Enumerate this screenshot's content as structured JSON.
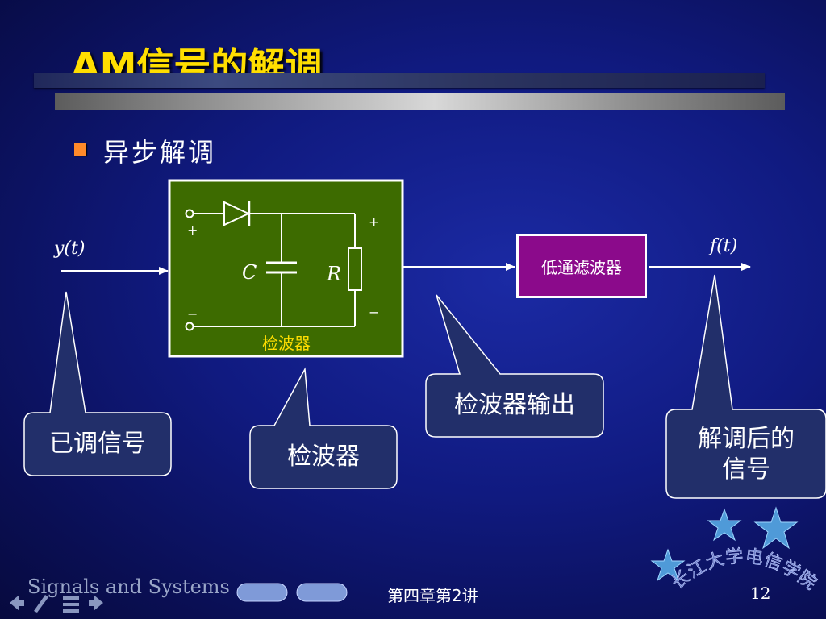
{
  "slide": {
    "title": "AM信号的解调",
    "bullet": "异步解调",
    "page_number": "12",
    "footer_course": "Signals and Systems",
    "footer_chapter": "第四章第2讲",
    "watermark_text": "长江大学电信学院"
  },
  "diagram": {
    "input_label": "y(t)",
    "output_label": "f(t)",
    "detector_caption": "检波器",
    "capacitor_label": "C",
    "resistor_label": "R",
    "plus": "+",
    "minus": "−",
    "lowpass_filter": "低通滤波器"
  },
  "callouts": {
    "modulated_signal": "已调信号",
    "detector": "检波器",
    "detector_output": "检波器输出",
    "demodulated_line1": "解调后的",
    "demodulated_line2": "信号"
  },
  "colors": {
    "title": "#ffde00",
    "detector_box": "#3d6b00",
    "filter_box": "#8b0a8b",
    "callout_fill": "#222f6a",
    "bullet": "#ff8a2a"
  }
}
